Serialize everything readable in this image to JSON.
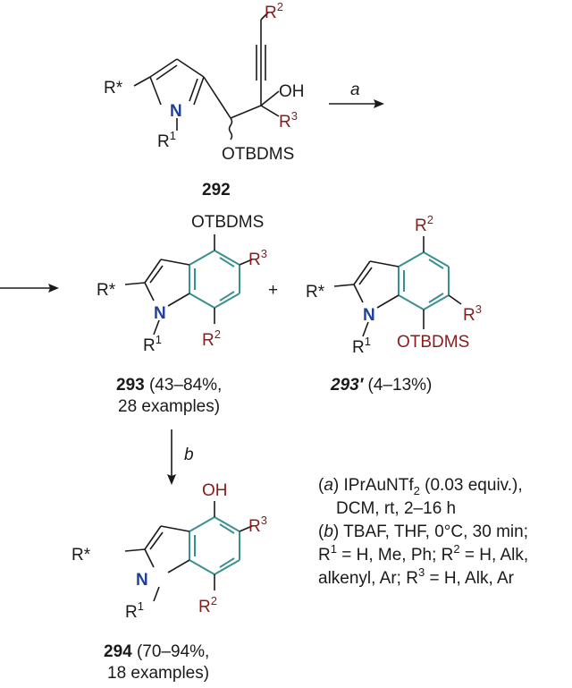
{
  "compounds": {
    "c292": {
      "R_star": "R*",
      "N": "N",
      "R1": "R",
      "R1_sup": "1",
      "OH": "OH",
      "R2": "R",
      "R2_sup": "2",
      "R3": "R",
      "R3_sup": "3",
      "OTBDMS": "OTBDMS",
      "number": "292"
    },
    "c293": {
      "OTBDMS": "OTBDMS",
      "R_star": "R*",
      "N": "N",
      "R1": "R",
      "R1_sup": "1",
      "R2": "R",
      "R2_sup": "2",
      "R3": "R",
      "R3_sup": "3",
      "number": "293",
      "yield": " (43–84%,",
      "examples": "28 examples)"
    },
    "c293p": {
      "R_star": "R*",
      "N": "N",
      "R1": "R",
      "R1_sup": "1",
      "R2": "R",
      "R2_sup": "2",
      "R3": "R",
      "R3_sup": "3",
      "OTBDMS": "OTBDMS",
      "number": "293′",
      "yield": " (4–13%)"
    },
    "c294": {
      "OH": "OH",
      "R_star": "R*",
      "N": "N",
      "R1": "R",
      "R1_sup": "1",
      "R2": "R",
      "R2_sup": "2",
      "R3": "R",
      "R3_sup": "3",
      "number": "294",
      "yield": " (70–94%,",
      "examples": "18 examples)"
    }
  },
  "arrows": {
    "a_label": "a",
    "b_label": "b"
  },
  "plus": "+",
  "conditions": {
    "a_open": "(",
    "a_letter": "a",
    "a_close": ") IPrAuNTf",
    "a_sub": "2",
    "a_rest": " (0.03 equiv.),",
    "a_line2": "DCM, rt, 2–16 h",
    "b_open": "(",
    "b_letter": "b",
    "b_close": ") TBAF, THF, 0°C, 30 min;",
    "line4_r": "R",
    "line4_s1": "1",
    "line4_a": " = H, Me, Ph; R",
    "line4_s2": "2",
    "line4_b": " = H, Alk,",
    "line5_a": "alkenyl, Ar; R",
    "line5_s3": "3",
    "line5_b": " = H, Alk, Ar"
  },
  "colors": {
    "text": "#1a1a1a",
    "substituent_red": "#8b1a1a",
    "nitrogen_blue": "#1e3fa0",
    "new_ring_teal": "#3a8f8f"
  }
}
